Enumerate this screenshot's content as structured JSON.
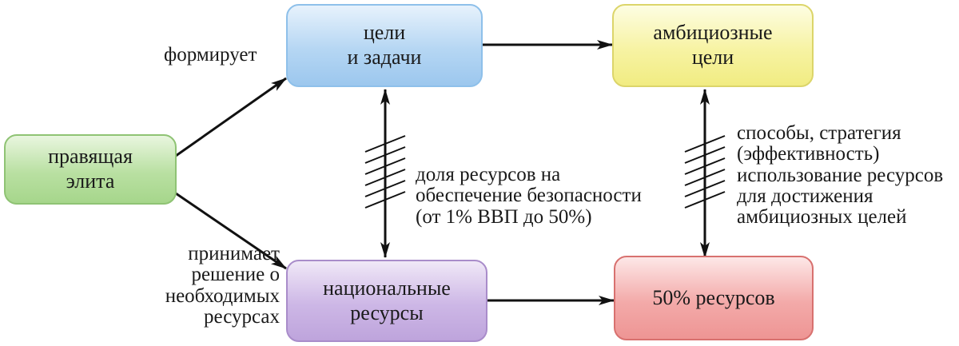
{
  "boxes": {
    "goals": {
      "line1": "цели",
      "line2": "и задачи"
    },
    "ambitious": {
      "line1": "амбициозные",
      "line2": "цели"
    },
    "elite": {
      "line1": "правящая",
      "line2": "элита"
    },
    "national": {
      "line1": "национальные",
      "line2": "ресурсы"
    },
    "resources": {
      "line1": "50% ресурсов"
    }
  },
  "labels": {
    "forms": "формирует",
    "decides": [
      "принимает",
      "решение о",
      "необходимых",
      "ресурсах"
    ],
    "security_share": [
      "доля ресурсов на",
      "обеспечение безопасности",
      "(от 1% ВВП до 50%)"
    ],
    "methods": [
      "способы, стратегия",
      "(эффективность)",
      "использование ресурсов",
      "для достижения",
      "амбициозных целей"
    ]
  },
  "colors": {
    "blue": "#9cc7ee",
    "yellow": "#f1ec82",
    "green": "#a6d68b",
    "purple": "#bea4dc",
    "red": "#ee9594",
    "arrow": "#111111"
  }
}
